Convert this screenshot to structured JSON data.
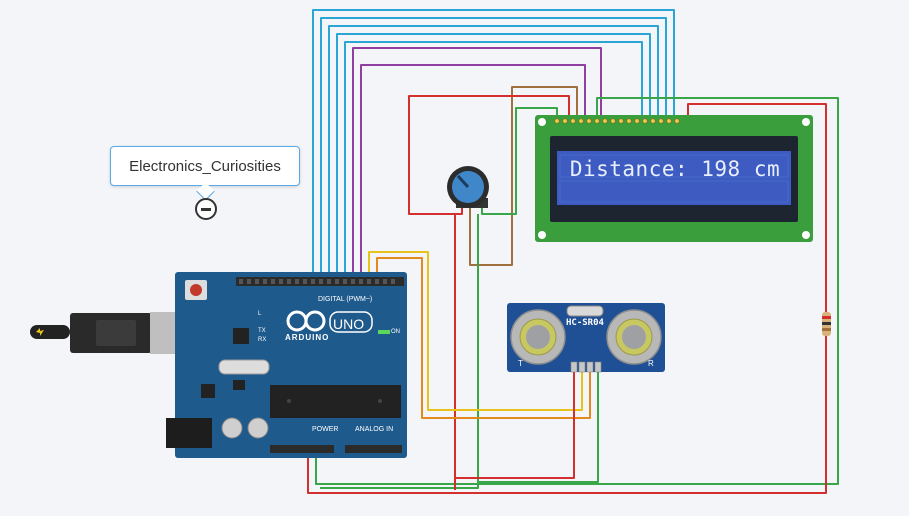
{
  "annotation": {
    "text": "Electronics_Curiosities"
  },
  "lcd": {
    "display_text": "Distance: 198 cm"
  },
  "sensor": {
    "label": "HC-SR04",
    "left_mark": "T",
    "right_mark": "R"
  },
  "arduino": {
    "name": "ARDUINO",
    "model": "UNO",
    "digital_label": "DIGITAL (PWM~)",
    "power_label": "POWER",
    "analog_label": "ANALOG IN",
    "on_label": "ON",
    "tx_label": "TX",
    "rx_label": "RX",
    "l_label": "L"
  },
  "colors": {
    "background": "#f3f5f8",
    "board_blue": "#1f5a8c",
    "lcd_green": "#3a9e3c",
    "lcd_screen": "#3d5bc0",
    "wire_blue": "#2aa6d6",
    "wire_purple": "#8e3fa0",
    "wire_brown": "#a0703f",
    "wire_red": "#d32f2f",
    "wire_green": "#3aa64a",
    "wire_yellow": "#e8c31a",
    "wire_orange": "#e38a1d"
  }
}
